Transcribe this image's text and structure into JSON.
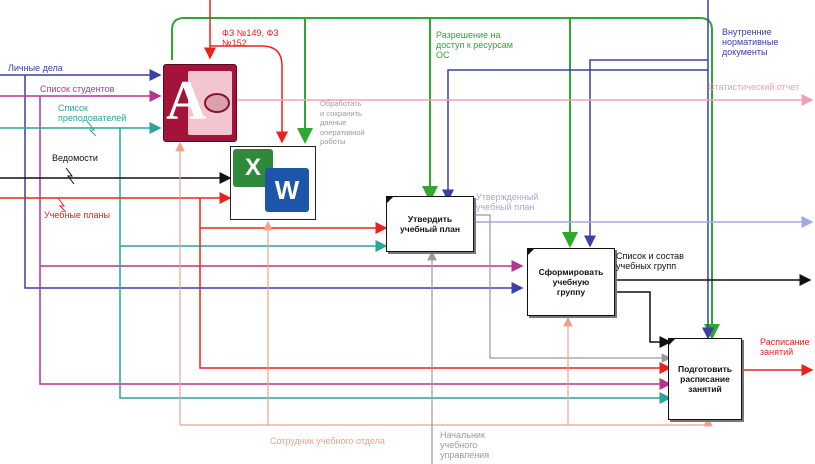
{
  "colors": {
    "green": "#2fa82f",
    "red": "#e8231d",
    "blue": "#3b3fa8",
    "magenta": "#b4368f",
    "teal": "#2aa59a",
    "pink": "#f2a0b8",
    "salmon": "#f3a08c",
    "gray": "#9a9a9a",
    "lavender": "#a6a8e0",
    "black": "#111111"
  },
  "icons": {
    "access": "ms-access-icon",
    "excel": "ms-excel-icon",
    "word": "ms-word-icon",
    "excel_letter": "X",
    "word_letter": "W",
    "access_letter": "A"
  },
  "inputs": {
    "personal_files": "Личные дела",
    "student_list": "Список студентов",
    "teacher_list": "Список\nпреподователей",
    "statements": "Ведомости",
    "curricula": "Учебные планы"
  },
  "controls": {
    "law": "ФЗ №149, ФЗ\n№152",
    "os_access": "Разрешение на\nдоступ к ресурсам\nОС",
    "internal_docs": "Внутренние\nнормативные\nдокументы"
  },
  "process_note": "Обработать\nи сохранить\nданные\nоперативной\nработы",
  "outputs": {
    "stat_report": "Статистический отчет",
    "approved_plan": "Утвержденный\nучебный план",
    "groups_list": "Список и состав\nучебных групп",
    "schedule": "Расписание\nзанятий"
  },
  "boxes": {
    "approve_plan": "Утвердить\nучебный план",
    "form_group": "Сформировать\nучебную\nгруппу",
    "prepare_schedule": "Подготовить\nрасписание\nзанятий"
  },
  "mechanisms": {
    "staff": "Сотрудник учебного отдела",
    "head": "Начальник\nучебного\nуправления"
  }
}
